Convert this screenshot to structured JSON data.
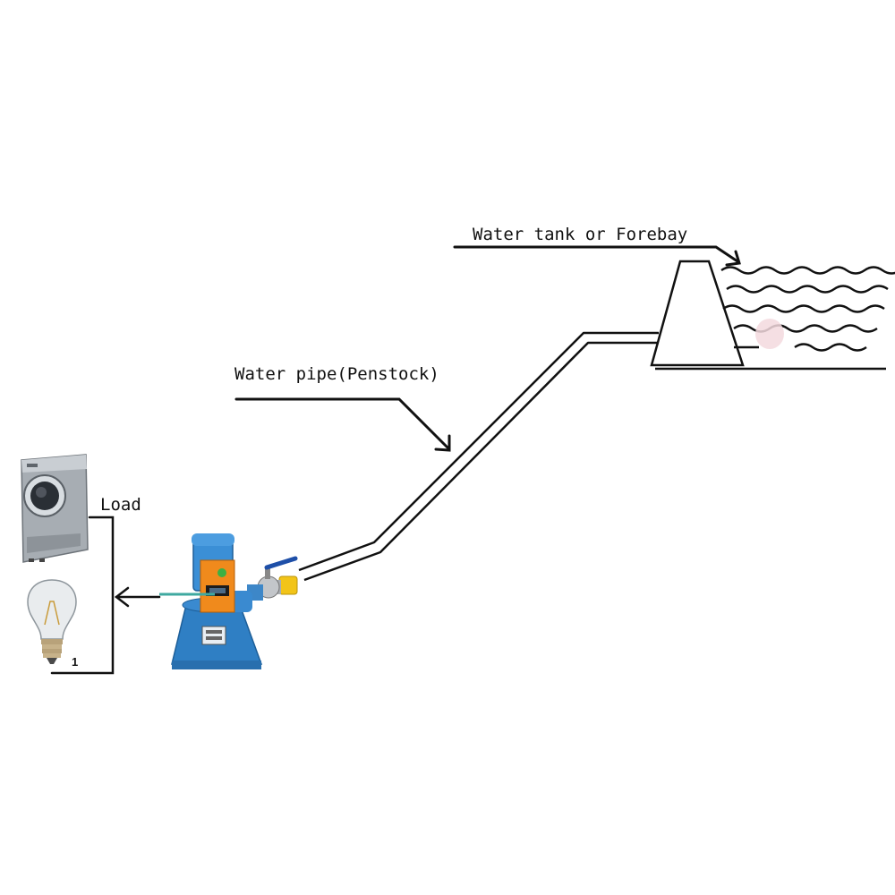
{
  "labels": {
    "forebay": "Water tank or Forebay",
    "penstock": "Water pipe(Penstock)",
    "load": "Load",
    "marker": "1"
  },
  "icons": {
    "washing_machine": "washing-machine-icon",
    "light_bulb": "light-bulb-icon",
    "turbine_generator": "turbine-generator-icon",
    "ball_valve": "ball-valve-icon"
  },
  "colors": {
    "ink": "#111111",
    "turbine_blue": "#2f7fc4",
    "control_orange": "#f08a1c",
    "valve_yellow": "#f2c418",
    "appliance_silver": "#9aa0a6",
    "water_marker": "#f3d9de"
  }
}
